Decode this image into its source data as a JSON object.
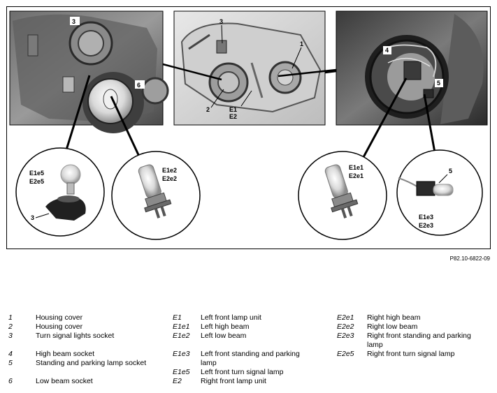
{
  "figure": {
    "callouts": {
      "c1": "1",
      "c2": "2",
      "c3": "3",
      "c3b": "3",
      "c4": "4",
      "c5": "5",
      "c5b": "5",
      "c6": "6",
      "e1": "E1",
      "e2": "E2",
      "e1e5": "E1e5",
      "e2e5": "E2e5",
      "e1e2": "E1e2",
      "e2e2": "E2e2",
      "e1e1": "E1e1",
      "e2e1": "E2e1",
      "e1e3": "E1e3",
      "e2e3": "E2e3"
    },
    "code": "P82.10-6822-09"
  },
  "legend": {
    "col1": [
      {
        "key": "1",
        "value": "Housing cover"
      },
      {
        "key": "2",
        "value": "Housing cover"
      },
      {
        "key": "3",
        "value": "Turn signal lights socket"
      },
      {
        "key": "4",
        "value": "High beam socket"
      },
      {
        "key": "5",
        "value": "Standing and parking lamp socket"
      },
      {
        "key": "6",
        "value": "Low beam socket"
      }
    ],
    "col2": [
      {
        "key": "E1",
        "value": "Left front lamp unit"
      },
      {
        "key": "E1e1",
        "value": "Left high beam"
      },
      {
        "key": "E1e2",
        "value": "Left low beam"
      },
      {
        "key": "E1e3",
        "value": "Left front standing and parking lamp"
      },
      {
        "key": "E1e5",
        "value": "Left front turn signal lamp"
      },
      {
        "key": "E2",
        "value": "Right front lamp unit"
      }
    ],
    "col3": [
      {
        "key": "E2e1",
        "value": "Right high beam"
      },
      {
        "key": "E2e2",
        "value": "Right low beam"
      },
      {
        "key": "E2e3",
        "value": "Right front standing and parking lamp"
      },
      {
        "key": "E2e5",
        "value": "Right front turn signal lamp"
      }
    ]
  }
}
